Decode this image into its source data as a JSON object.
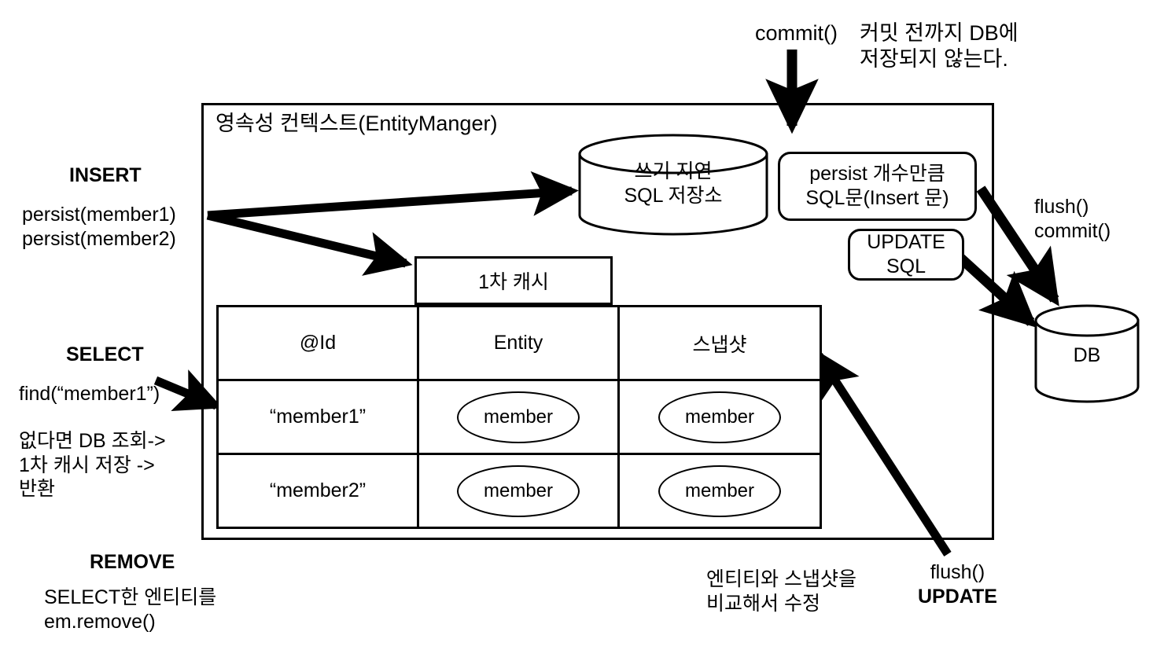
{
  "diagram": {
    "title": "영속성 컨텍스트(EntityManger)",
    "container_label": "영속성 컨텍스트(EntityManger)"
  },
  "top": {
    "commit_call": "commit()",
    "commit_note_line1": "커밋 전까지 DB에",
    "commit_note_line2": "저장되지 않는다."
  },
  "write_store": {
    "line1": "쓰기 지연",
    "line2": "SQL 저장소"
  },
  "sql_boxes": {
    "insert_line1": "persist 개수만큼",
    "insert_line2": "SQL문(Insert 문)",
    "update_line1": "UPDATE",
    "update_line2": "SQL"
  },
  "database": {
    "label": "DB",
    "flush_label_line1": "flush()",
    "flush_label_line2": "commit()"
  },
  "cache": {
    "header": "1차 캐시",
    "columns": [
      "@Id",
      "Entity",
      "스냅샷"
    ],
    "rows": [
      {
        "id": "“member1”",
        "entity": "member",
        "snapshot": "member"
      },
      {
        "id": "“member2”",
        "entity": "member",
        "snapshot": "member"
      }
    ]
  },
  "operations": {
    "insert": {
      "title": "INSERT",
      "line1": "persist(member1)",
      "line2": "persist(member2)"
    },
    "select": {
      "title": "SELECT",
      "call": "find(“member1”)",
      "note_line1": "없다면 DB 조회->",
      "note_line2": "1차 캐시 저장 ->",
      "note_line3": "반환"
    },
    "remove": {
      "title": "REMOVE",
      "line1": "SELECT한 엔티티를",
      "line2": "em.remove()"
    }
  },
  "bottom": {
    "compare_line1": "엔티티와 스냅샷을",
    "compare_line2": "비교해서 수정",
    "flush_label": "flush()",
    "update_label": "UPDATE"
  },
  "colors": {
    "stroke": "#000000",
    "background": "#ffffff"
  }
}
